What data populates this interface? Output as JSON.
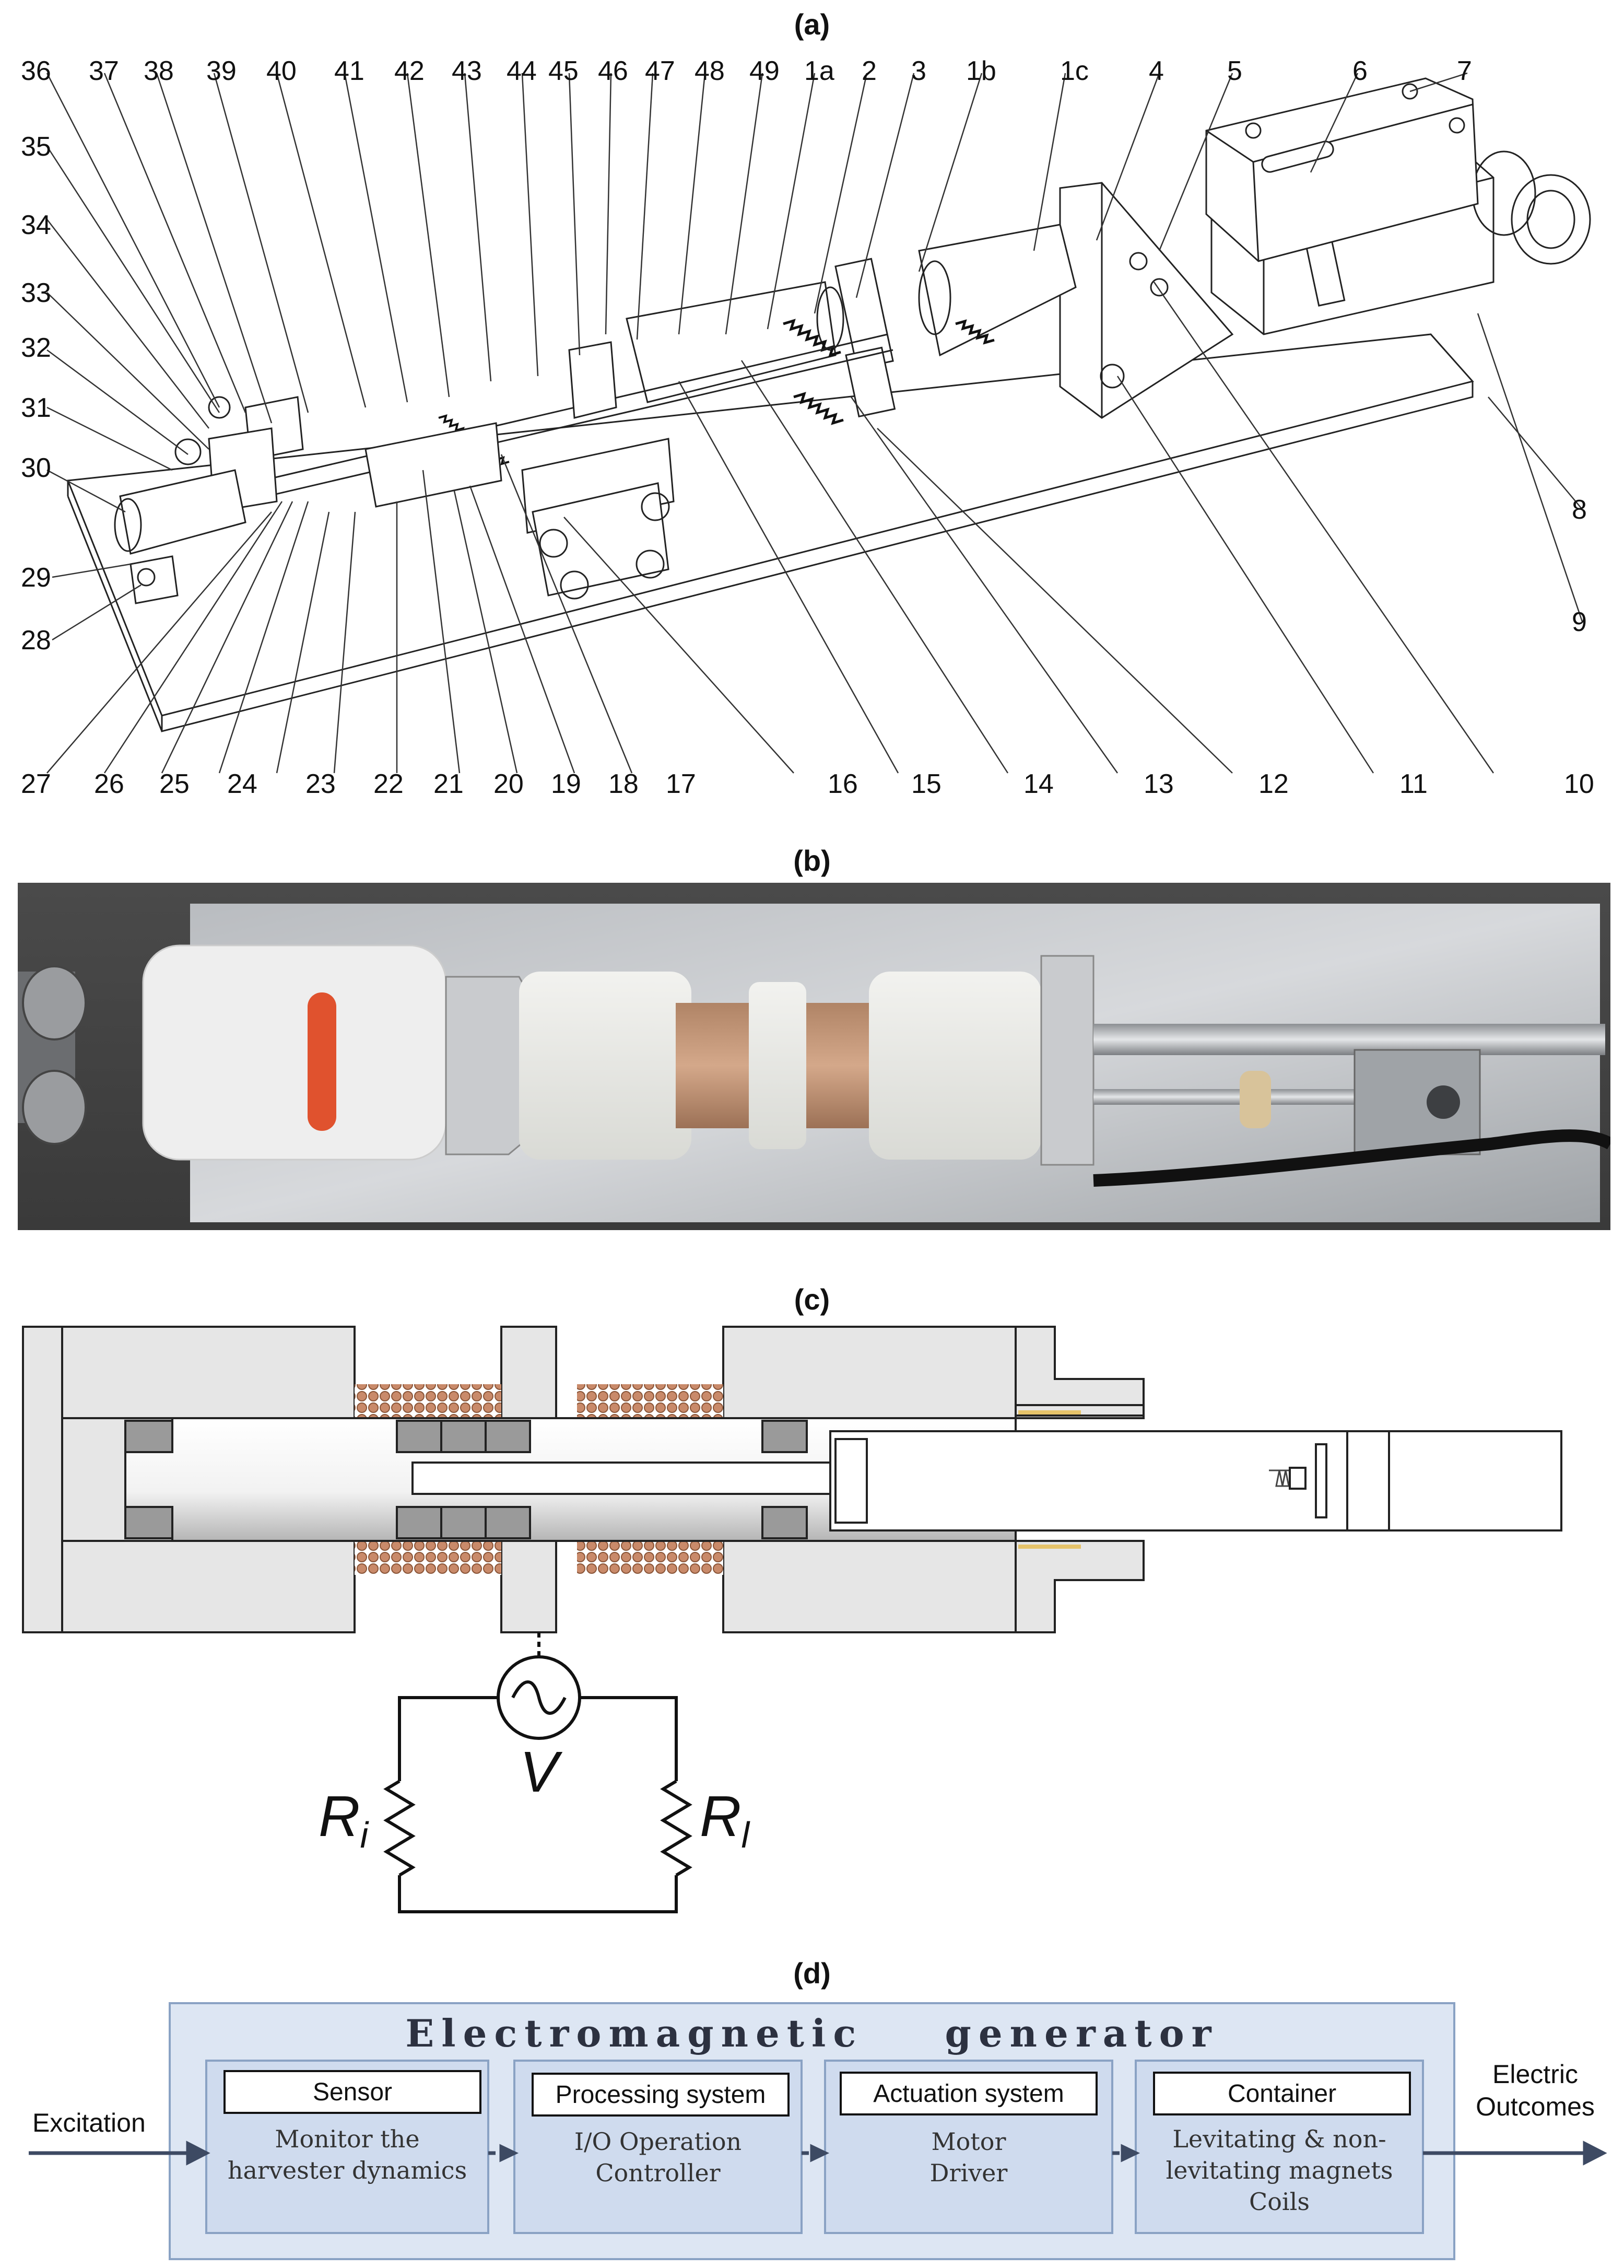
{
  "panels": {
    "a": "(a)",
    "b": "(b)",
    "c": "(c)",
    "d": "(d)"
  },
  "callouts_top": [
    "36",
    "37",
    "38",
    "39",
    "40",
    "41",
    "42",
    "43",
    "44",
    "45",
    "46",
    "47",
    "48",
    "49",
    "1a",
    "2",
    "3",
    "1b",
    "1c",
    "4",
    "5",
    "6",
    "7"
  ],
  "callouts_left": [
    "35",
    "34",
    "33",
    "32",
    "31",
    "30",
    "29",
    "28"
  ],
  "callouts_right": [
    "8",
    "9"
  ],
  "callouts_bottom": [
    "27",
    "26",
    "25",
    "24",
    "23",
    "22",
    "21",
    "20",
    "19",
    "18",
    "17",
    "16",
    "15",
    "14",
    "13",
    "12",
    "11",
    "10"
  ],
  "circuit": {
    "source": "V",
    "internal_resistance": "R",
    "internal_resistance_sub": "i",
    "load_resistance": "R",
    "load_resistance_sub": "l"
  },
  "block_diagram": {
    "title": "Electromagnetic    generator",
    "input_label": "Excitation",
    "output_label_line1": "Electric",
    "output_label_line2": "Outcomes",
    "blocks": [
      {
        "header": "Sensor",
        "line1": "Monitor the",
        "line2": "harvester dynamics",
        "line3": ""
      },
      {
        "header": "Processing system",
        "line1": "I/O Operation",
        "line2": "Controller",
        "line3": ""
      },
      {
        "header": "Actuation system",
        "line1": "Motor",
        "line2": "Driver",
        "line3": ""
      },
      {
        "header": "Container",
        "line1": "Levitating & non-",
        "line2": "levitating magnets",
        "line3": "Coils"
      }
    ]
  },
  "colors": {
    "block_fill": "#dde6f3",
    "block_border": "#8aa2c4",
    "arrow": "#3d4a63",
    "coil": "#c98a6a"
  }
}
